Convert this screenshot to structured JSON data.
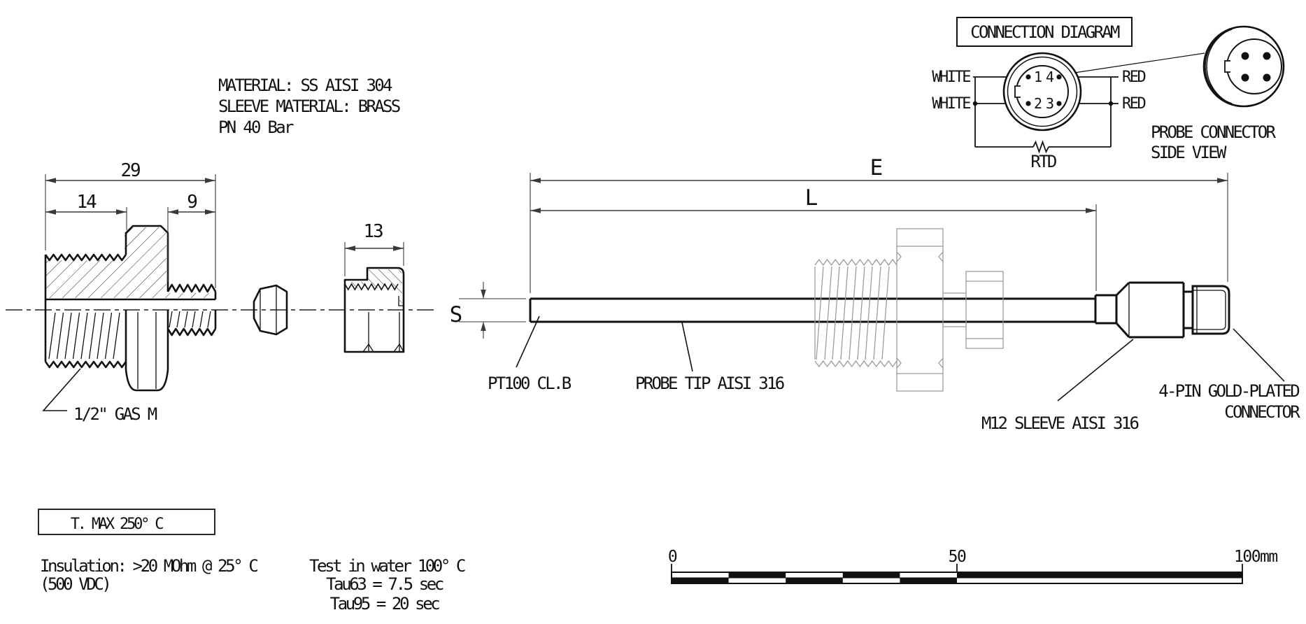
{
  "colors": {
    "line": "#111111",
    "dimension": "#3a3a3a",
    "ghost": "#9b9b9b",
    "background": "#ffffff"
  },
  "notes": {
    "line1": "MATERIAL: SS AISI 304",
    "line2": "SLEEVE MATERIAL: BRASS",
    "line3": "PN 40 Bar"
  },
  "connection_diagram": {
    "title": "CONNECTION DIAGRAM",
    "wire_left_1": "WHITE",
    "wire_left_2": "WHITE",
    "wire_right_1": "RED",
    "wire_right_2": "RED",
    "pin1": "1",
    "pin2": "2",
    "pin3": "3",
    "pin4": "4",
    "rtd": "RTD",
    "side_view_line1": "PROBE CONNECTOR",
    "side_view_line2": "SIDE VIEW"
  },
  "fitting": {
    "dim_overall": "29",
    "dim_thread": "14",
    "dim_stud": "9",
    "dim_nut": "13",
    "thread_label": "1/2\" GAS M"
  },
  "probe": {
    "dim_e": "E",
    "dim_l": "L",
    "dim_s": "S",
    "label_pt100": "PT100 CL.B",
    "label_tip": "PROBE TIP AISI 316",
    "label_sleeve": "M12 SLEEVE AISI 316",
    "label_connector_1": "4-PIN GOLD-PLATED",
    "label_connector_2": "CONNECTOR"
  },
  "specs": {
    "t_max": "T. MAX 250° C",
    "insulation_1": "Insulation: >20 MOhm @ 25° C",
    "insulation_2": "(500 VDC)",
    "test_1": "Test in water 100° C",
    "test_2": "Tau63 = 7.5 sec",
    "test_3": "Tau95 = 20 sec"
  },
  "scale_bar": {
    "zero": "0",
    "fifty": "50",
    "hundred": "100mm"
  }
}
